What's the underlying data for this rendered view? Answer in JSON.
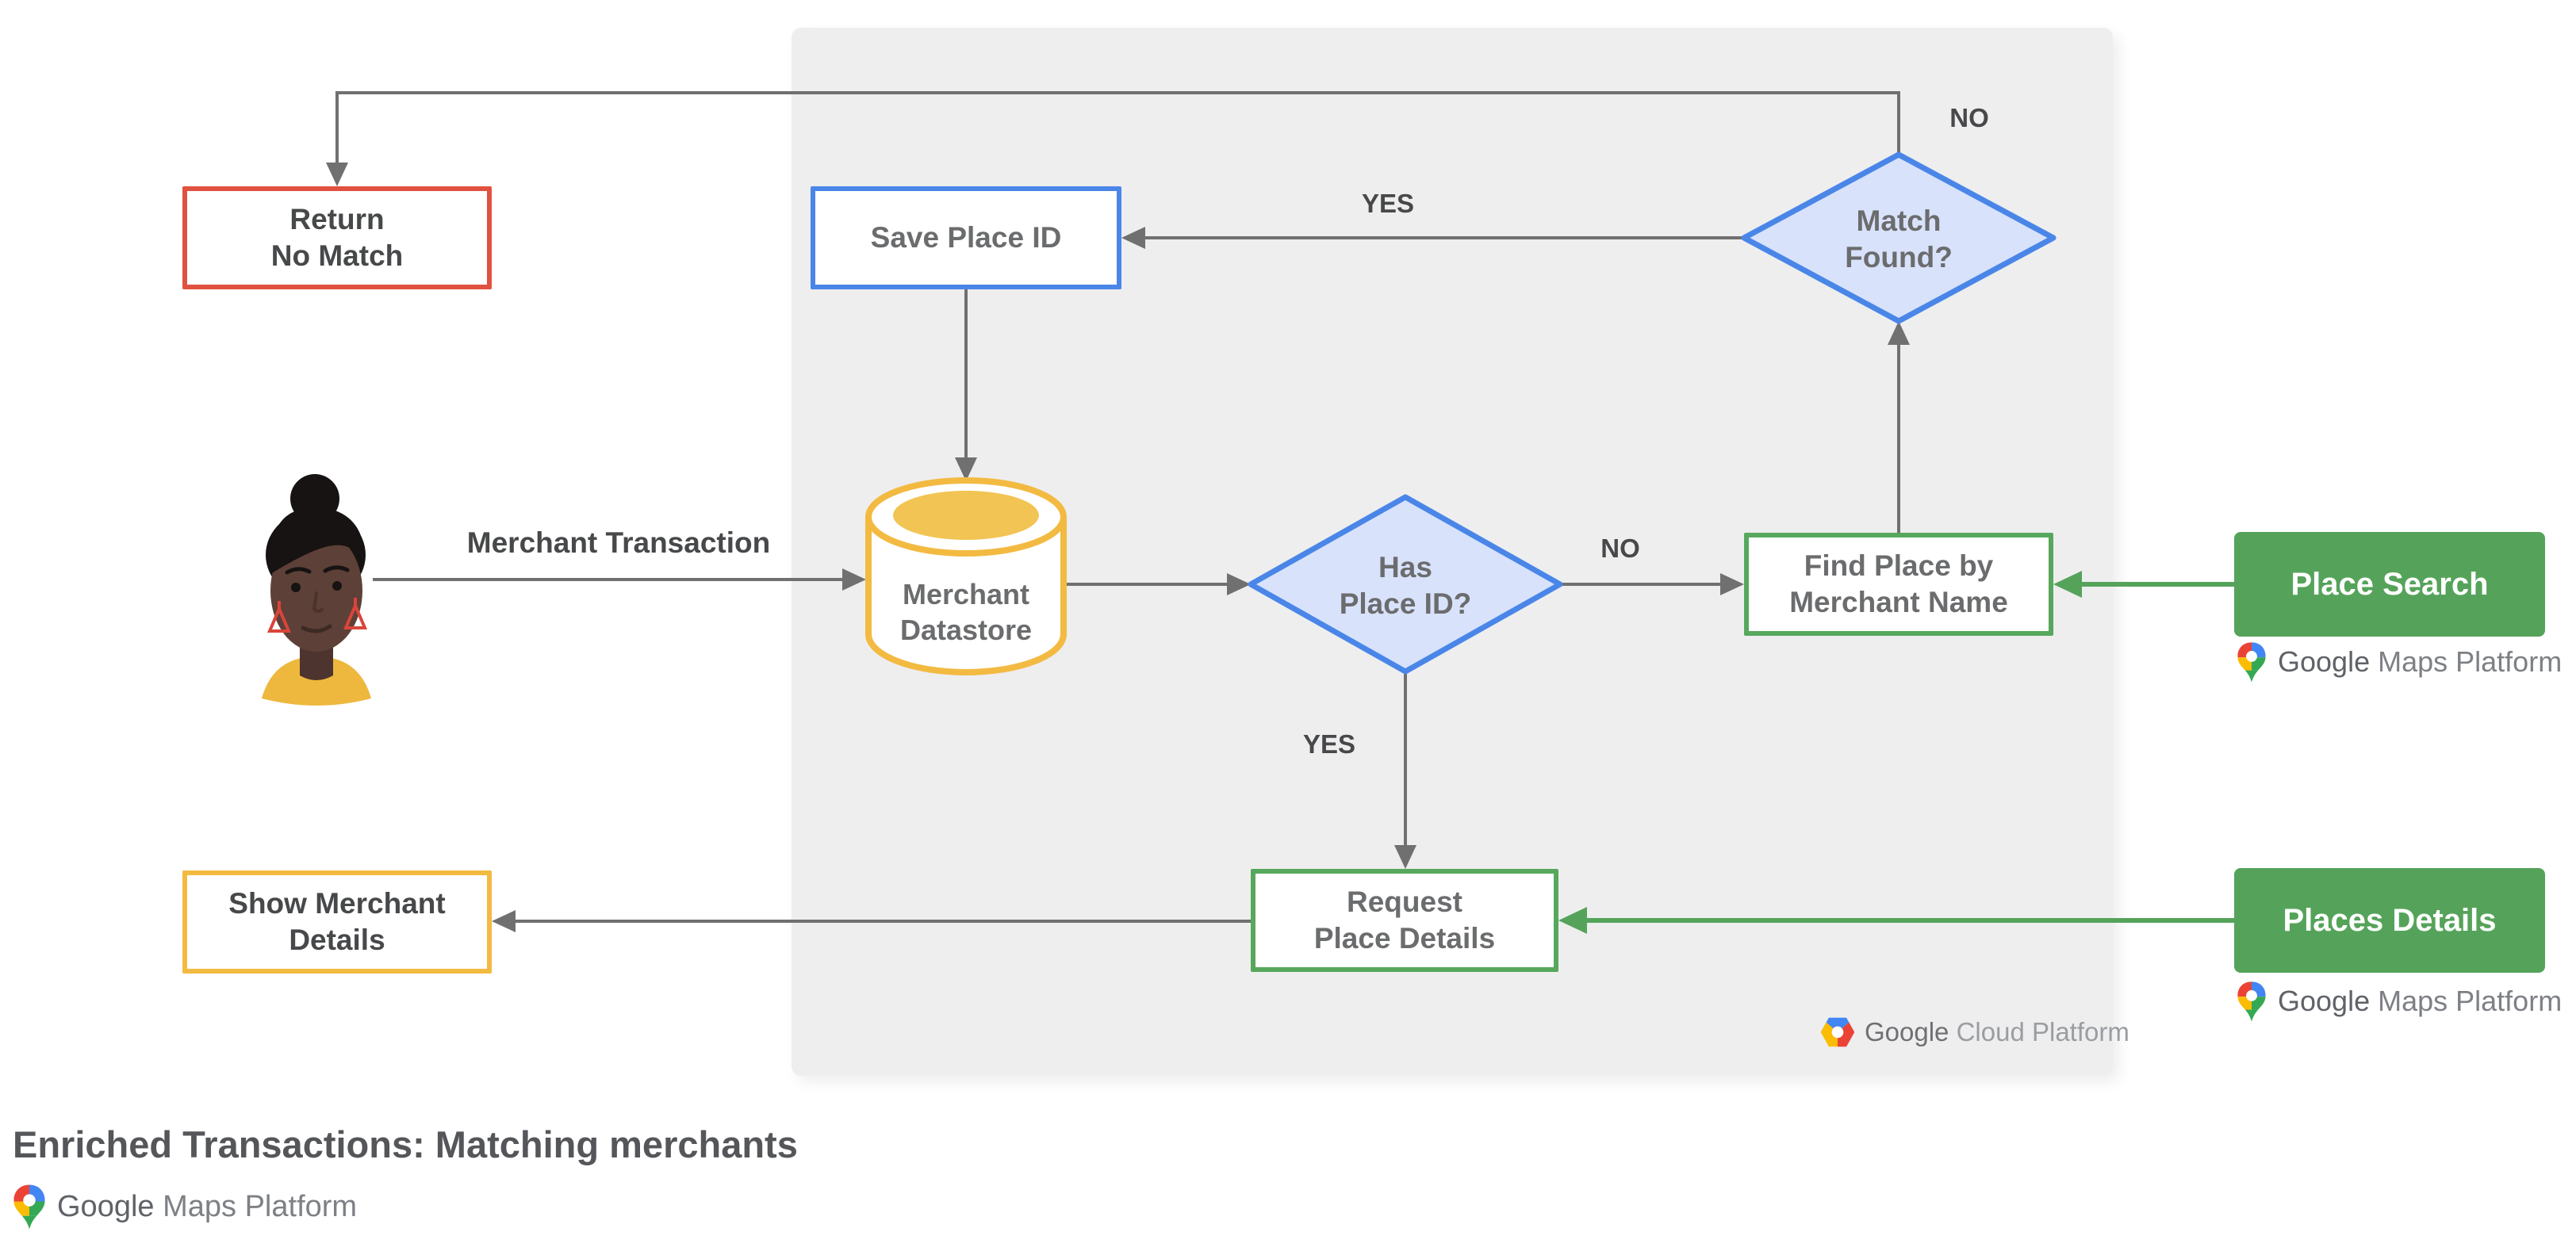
{
  "title": "Enriched Transactions: Matching merchants",
  "nodes": {
    "return_no_match": "Return\nNo Match",
    "save_place_id": "Save Place ID",
    "match_found": "Match\nFound?",
    "merchant_datastore": "Merchant\nDatastore",
    "has_place_id": "Has\nPlace ID?",
    "find_place_by_merchant_name": "Find Place by\nMerchant Name",
    "request_place_details": "Request\nPlace Details",
    "show_merchant_details": "Show Merchant\nDetails",
    "place_search": "Place Search",
    "places_details": "Places Details"
  },
  "edge_labels": {
    "merchant_transaction": "Merchant Transaction",
    "yes_top": "YES",
    "no_top": "NO",
    "no_mid": "NO",
    "yes_bottom": "YES"
  },
  "logos": {
    "cloud_platform": {
      "word1": "Google",
      "word2": "Cloud Platform"
    },
    "maps_platform_search": {
      "word1": "Google",
      "word2": "Maps Platform"
    },
    "maps_platform_details": {
      "word1": "Google",
      "word2": "Maps Platform"
    },
    "maps_platform_footer": {
      "word1": "Google",
      "word2": "Maps Platform"
    }
  },
  "colors": {
    "red": "#E0523F",
    "blue": "#4A86E8",
    "blue_fill": "#D8E2FA",
    "yellow": "#F3BA42",
    "yellow_inner": "#F2C453",
    "green": "#55A35A",
    "green_border": "#57A85C",
    "gray_line": "#707070",
    "panel_background": "#EEEEEF",
    "text_dark": "#47484A",
    "text_mid": "#6B6C6E"
  }
}
